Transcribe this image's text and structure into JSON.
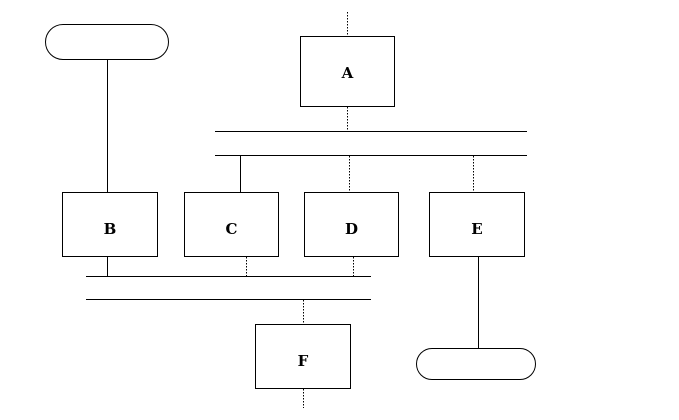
{
  "diagram": {
    "nodes": {
      "a": "A",
      "b": "B",
      "c": "C",
      "d": "D",
      "e": "E",
      "f": "F"
    },
    "terminals": {
      "top_left": "",
      "bottom_right": ""
    },
    "colors": {
      "stroke": "#000000",
      "background": "#ffffff"
    }
  }
}
